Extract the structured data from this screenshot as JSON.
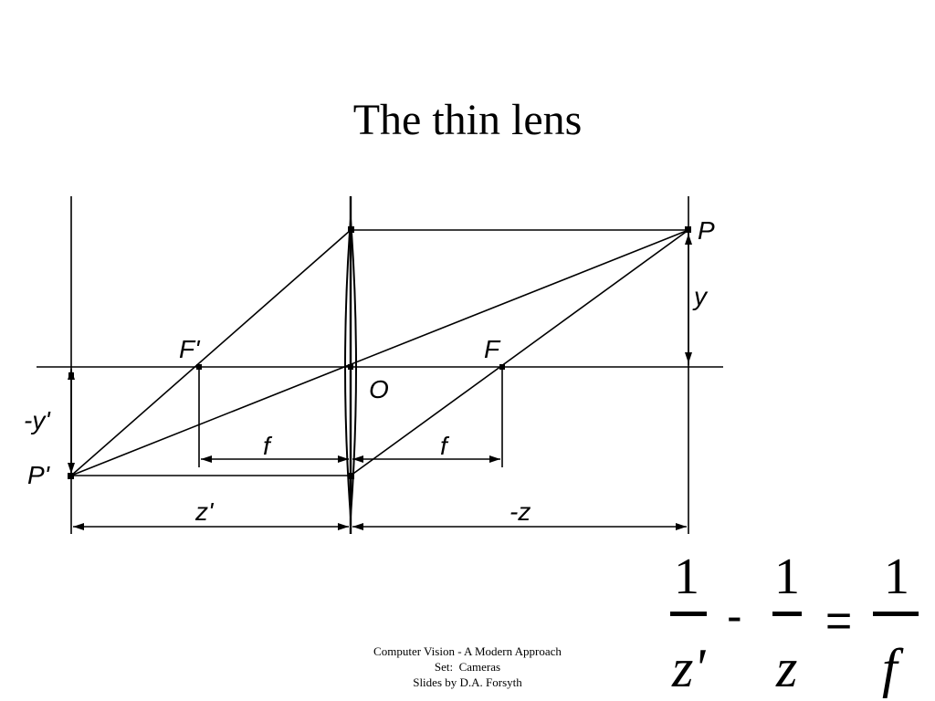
{
  "slide": {
    "title": "The thin lens",
    "footer": {
      "line1": "Computer Vision - A Modern Approach",
      "line2": "Set:  Cameras",
      "line3": "Slides by D.A. Forsyth"
    }
  },
  "diagram": {
    "labels": {
      "P": "P",
      "y": "y",
      "F_prime": "F'",
      "F": "F",
      "O": "O",
      "neg_y_prime": "-y'",
      "P_prime": "P'",
      "f_left": "f",
      "f_right": "f",
      "z_prime": "z'",
      "neg_z": "-z"
    }
  },
  "equation": {
    "term1_num": "1",
    "term1_den": "z'",
    "minus": "-",
    "term2_num": "1",
    "term2_den": "z",
    "equals": "=",
    "term3_num": "1",
    "term3_den": "f"
  },
  "colors": {
    "ink": "#000000",
    "background": "#ffffff"
  }
}
